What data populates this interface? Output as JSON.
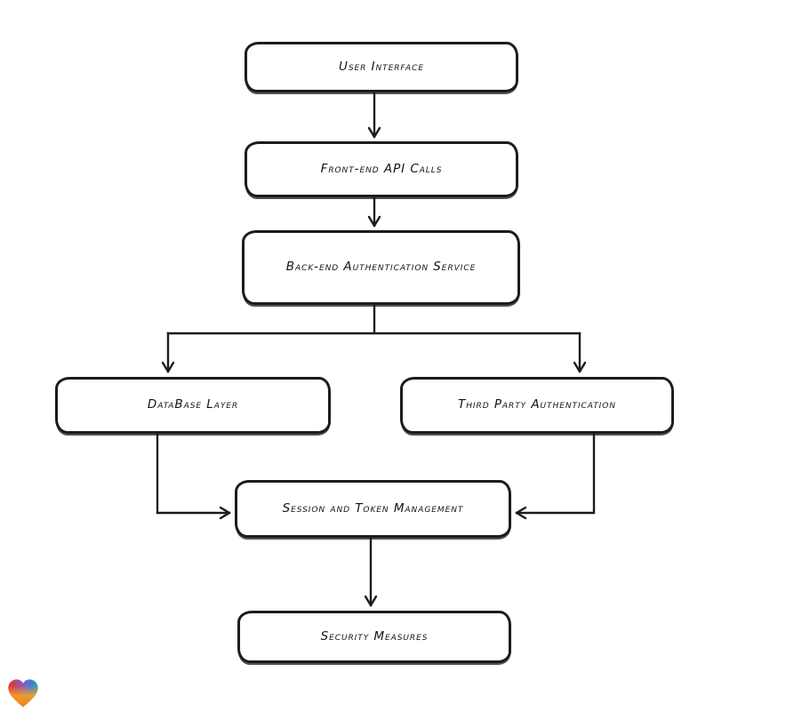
{
  "page": {
    "background_color": "#ffffff"
  },
  "diagram": {
    "type": "flowchart",
    "style": "hand-drawn",
    "stroke_color": "#1c1c1c",
    "node_fill_color": "#ffffff",
    "nodes": [
      {
        "id": "user-interface",
        "label": "User Interface"
      },
      {
        "id": "front-end-api-calls",
        "label": "Front-end API Calls"
      },
      {
        "id": "back-end-authentication-service",
        "label": "Back-end Authentication Service"
      },
      {
        "id": "database-layer",
        "label": "DataBase Layer"
      },
      {
        "id": "third-party-authentication",
        "label": "Third Party Authentication"
      },
      {
        "id": "session-and-token-management",
        "label": "Session and Token Management"
      },
      {
        "id": "security-measures",
        "label": "Security Measures"
      }
    ],
    "edges": [
      {
        "from": "user-interface",
        "to": "front-end-api-calls"
      },
      {
        "from": "front-end-api-calls",
        "to": "back-end-authentication-service"
      },
      {
        "from": "back-end-authentication-service",
        "to": "database-layer"
      },
      {
        "from": "back-end-authentication-service",
        "to": "third-party-authentication"
      },
      {
        "from": "database-layer",
        "to": "session-and-token-management"
      },
      {
        "from": "third-party-authentication",
        "to": "session-and-token-management"
      },
      {
        "from": "session-and-token-management",
        "to": "security-measures"
      }
    ]
  },
  "branding": {
    "logo_icon": "heart-gradient-icon",
    "logo_colors": {
      "red": "#e93423",
      "purple_seam": "#8a5bbf",
      "blue": "#3b82d9",
      "teal": "#2aa7a3",
      "orange": "#f8a01e",
      "deep_orange": "#f07f13"
    }
  }
}
